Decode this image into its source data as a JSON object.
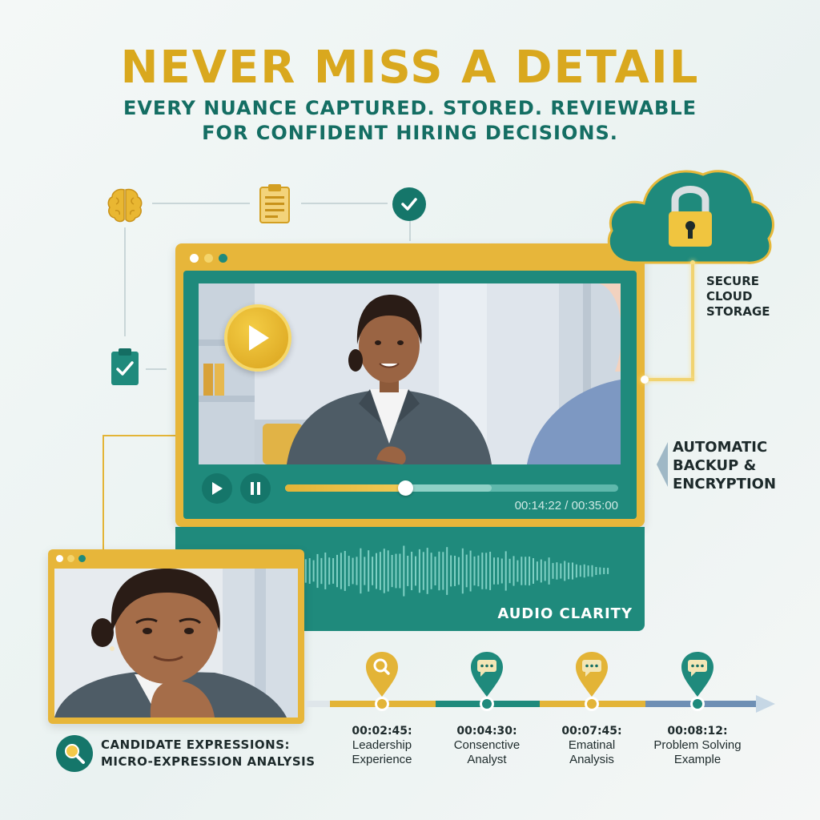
{
  "header": {
    "title": "NEVER MISS A DETAIL",
    "subtitle_line1": "EVERY NUANCE CAPTURED. STORED. REVIEWABLE",
    "subtitle_line2": "FOR CONFIDENT HIRING DECISIONS."
  },
  "workflow_icons": [
    "brain-icon",
    "clipboard-icon",
    "check-circle-icon",
    "clipboard-check-icon"
  ],
  "player": {
    "current_time": "00:14:22",
    "total_time": "00:35:00",
    "progress": 0.36,
    "buffered": 0.62
  },
  "audio": {
    "label": "AUDIO CLARITY"
  },
  "cloud": {
    "label_line1": "SECURE",
    "label_line2": "CLOUD",
    "label_line3": "STORAGE"
  },
  "backup": {
    "line1": "AUTOMATIC",
    "line2": "BACKUP &",
    "line3": "ENCRYPTION"
  },
  "candidate": {
    "caption_line1": "CANDIDATE EXPRESSIONS:",
    "caption_line2": "MICRO-EXPRESSION ANALYSIS"
  },
  "timeline": [
    {
      "time": "00:02:45:",
      "line1": "Leadership",
      "line2": "Experience",
      "icon": "search-icon",
      "color": "#e3b437"
    },
    {
      "time": "00:04:30:",
      "line1": "Consenctive",
      "line2": "Analyst",
      "icon": "chat-icon",
      "color": "#1f8a7c"
    },
    {
      "time": "00:07:45:",
      "line1": "Ematinal",
      "line2": "Analysis",
      "icon": "chat-icon",
      "color": "#e3b437"
    },
    {
      "time": "00:08:12:",
      "line1": "Problem Solving",
      "line2": "Example",
      "icon": "chat-icon",
      "color": "#1f8a7c"
    }
  ],
  "colors": {
    "gold": "#e7b63a",
    "teal": "#1f8a7c",
    "dark_teal": "#146e63",
    "title_gold": "#d9a81e"
  }
}
